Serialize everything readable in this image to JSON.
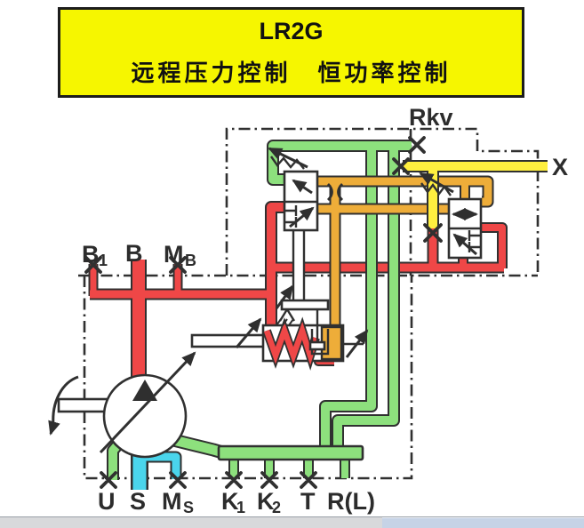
{
  "title": {
    "model": "LR2G",
    "subtitle": "远程压力控制　恒功率控制"
  },
  "ports": {
    "rkv": {
      "main": "Rkv",
      "sub": ""
    },
    "x": {
      "main": "X",
      "sub": ""
    },
    "b1": {
      "main": "B",
      "sub": "1"
    },
    "b": {
      "main": "B",
      "sub": ""
    },
    "mb": {
      "main": "M",
      "sub": "B"
    },
    "u": {
      "main": "U",
      "sub": ""
    },
    "s": {
      "main": "S",
      "sub": ""
    },
    "ms": {
      "main": "M",
      "sub": "S"
    },
    "k1": {
      "main": "K",
      "sub": "1"
    },
    "k2": {
      "main": "K",
      "sub": "2"
    },
    "t": {
      "main": "T",
      "sub": ""
    },
    "rl": {
      "main": "R(L)",
      "sub": ""
    }
  },
  "colors": {
    "red": "#ef4747",
    "green": "#8de07d",
    "cyan": "#4ad5ec",
    "yellow": "#ffef3f",
    "orange": "#eead39",
    "line": "#303030",
    "title_bg": "#f6f600",
    "label": "#2c2c2c",
    "strip": "#d8d9db",
    "strip_right": "#c6d3e6"
  }
}
